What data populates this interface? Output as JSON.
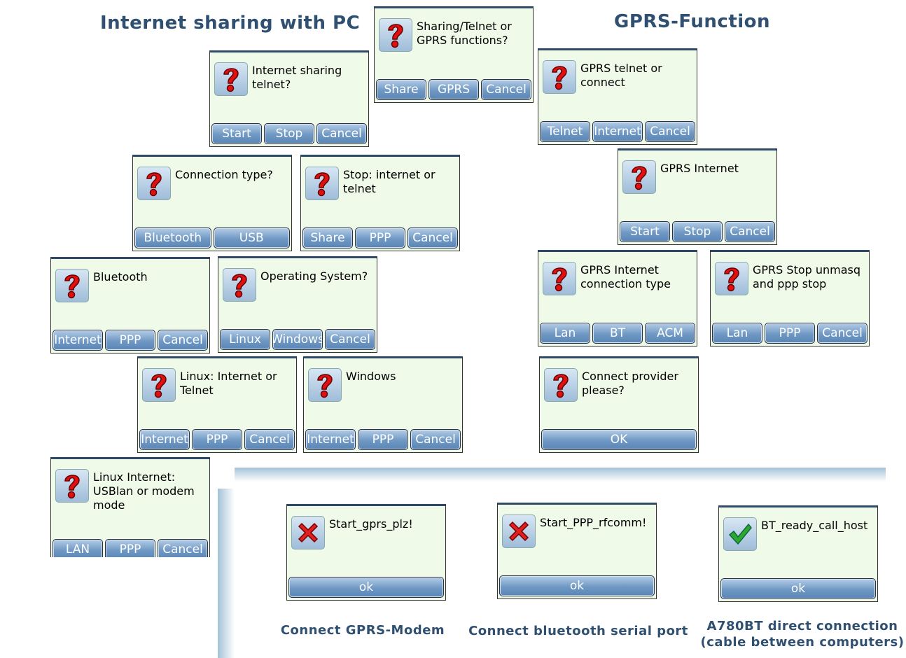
{
  "headings": {
    "left": "Internet sharing with PC",
    "right": "GPRS-Function"
  },
  "captions": {
    "gprs_modem": "Connect GPRS-Modem",
    "bt_serial": "Connect bluetooth serial port",
    "direct_line1": "A780BT direct connection",
    "direct_line2": "(cable between computers)"
  },
  "dialogs": [
    {
      "id": "sharing-or-gprs",
      "icon": "question",
      "text": "Sharing/Telnet or GPRS functions?",
      "buttons": [
        "Share",
        "GPRS",
        "Cancel"
      ]
    },
    {
      "id": "internet-sharing-telnet",
      "icon": "question",
      "text": "Internet sharing telnet?",
      "buttons": [
        "Start",
        "Stop",
        "Cancel"
      ]
    },
    {
      "id": "gprs-telnet-connect",
      "icon": "question",
      "text": "GPRS telnet or connect",
      "buttons": [
        "Telnet",
        "Internet",
        "Cancel"
      ]
    },
    {
      "id": "connection-type",
      "icon": "question",
      "text": "Connection type?",
      "buttons": [
        "Bluetooth",
        "USB"
      ]
    },
    {
      "id": "stop-internet-telnet",
      "icon": "question",
      "text": "Stop: internet or telnet",
      "buttons": [
        "Share",
        "PPP",
        "Cancel"
      ]
    },
    {
      "id": "gprs-internet",
      "icon": "question",
      "text": "GPRS Internet",
      "buttons": [
        "Start",
        "Stop",
        "Cancel"
      ]
    },
    {
      "id": "bluetooth",
      "icon": "question",
      "text": "Bluetooth",
      "buttons": [
        "Internet",
        "PPP",
        "Cancel"
      ]
    },
    {
      "id": "operating-system",
      "icon": "question",
      "text": "Operating System?",
      "buttons": [
        "Linux",
        "Windows",
        "Cancel"
      ]
    },
    {
      "id": "gprs-connection-type",
      "icon": "question",
      "text": "GPRS Internet connection type",
      "buttons": [
        "Lan",
        "BT",
        "ACM"
      ]
    },
    {
      "id": "gprs-stop",
      "icon": "question",
      "text": "GPRS Stop unmasq and ppp stop",
      "buttons": [
        "Lan",
        "PPP",
        "Cancel"
      ]
    },
    {
      "id": "linux-internet-telnet",
      "icon": "question",
      "text": "Linux: Internet or Telnet",
      "buttons": [
        "Internet",
        "PPP",
        "Cancel"
      ]
    },
    {
      "id": "windows",
      "icon": "question",
      "text": "Windows",
      "buttons": [
        "Internet",
        "PPP",
        "Cancel"
      ]
    },
    {
      "id": "connect-provider",
      "icon": "question",
      "text": "Connect provider please?",
      "buttons": [
        "OK"
      ]
    },
    {
      "id": "linux-usblan-modem",
      "icon": "question",
      "text": "Linux Internet: USBlan or modem mode",
      "buttons": [
        "LAN",
        "PPP",
        "Cancel"
      ]
    },
    {
      "id": "start-gprs",
      "icon": "error",
      "text": "Start_gprs_plz!",
      "buttons": [
        "ok"
      ]
    },
    {
      "id": "start-ppp-rfcomm",
      "icon": "error",
      "text": "Start_PPP_rfcomm!",
      "buttons": [
        "ok"
      ]
    },
    {
      "id": "bt-ready",
      "icon": "success",
      "text": "BT_ready_call_host",
      "buttons": [
        "ok"
      ]
    }
  ]
}
